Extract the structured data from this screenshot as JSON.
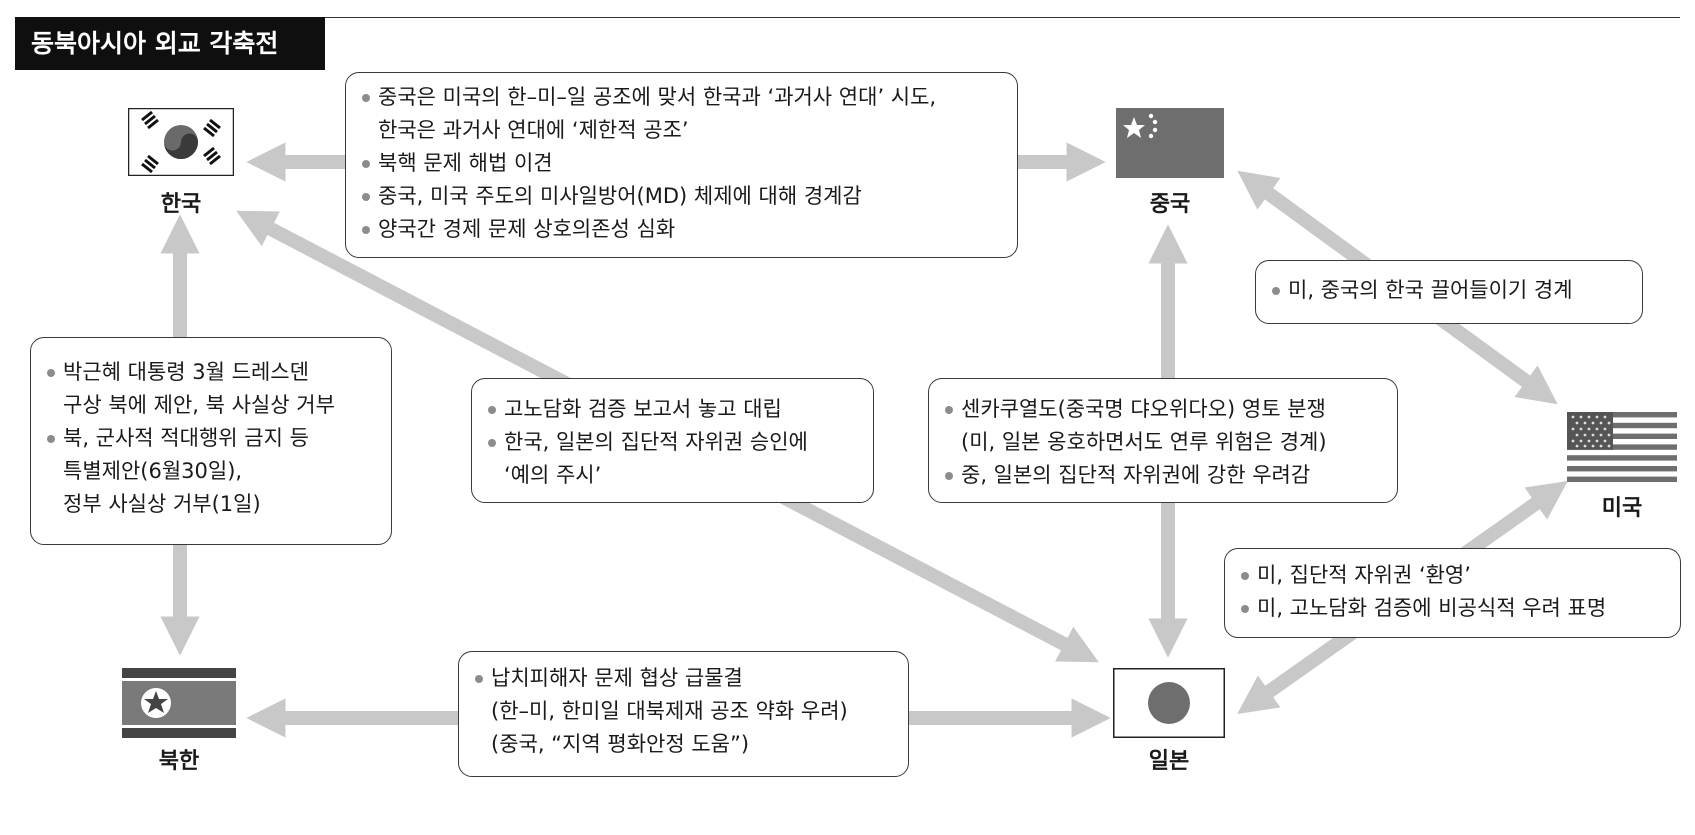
{
  "title": "동북아시아 외교 각축전",
  "countries": {
    "korea": "한국",
    "china": "중국",
    "usa": "미국",
    "japan": "일본",
    "north_korea": "북한"
  },
  "boxes": {
    "korea_china": [
      "중국은 미국의 한–미–일 공조에 맞서 한국과 ‘과거사 연대’ 시도,\n한국은 과거사 연대에 ‘제한적 공조’",
      "북핵 문제 해법 이견",
      "중국, 미국 주도의 미사일방어(MD) 체제에 대해 경계감",
      "양국간 경제 문제 상호의존성 심화"
    ],
    "usa_china": [
      "미, 중국의 한국 끌어들이기 경계"
    ],
    "korea_north": [
      "박근혜 대통령 3월 드레스덴\n구상 북에 제안, 북 사실상 거부",
      "북, 군사적 적대행위 금지 등\n특별제안(6월30일),\n정부 사실상 거부(1일)"
    ],
    "korea_japan": [
      "고노담화 검증 보고서 놓고 대립",
      "한국, 일본의 집단적 자위권 승인에\n‘예의 주시’"
    ],
    "china_japan": [
      "센카쿠열도(중국명 댜오위다오) 영토 분쟁\n(미, 일본 옹호하면서도 연루 위험은 경계)",
      "중, 일본의 집단적 자위권에 강한 우려감"
    ],
    "usa_japan": [
      "미, 집단적 자위권 ‘환영’",
      "미, 고노담화 검증에 비공식적 우려 표명"
    ],
    "north_japan": [
      "납치피해자 문제 협상 급물결\n(한–미, 한미일 대북제재 공조 약화 우려)\n(중국, “지역 평화안정 도움”)"
    ]
  },
  "colors": {
    "arrow": "#c8c8c8",
    "title_bg": "#0f0f0f",
    "flag_gray": "#6e6e6e"
  }
}
